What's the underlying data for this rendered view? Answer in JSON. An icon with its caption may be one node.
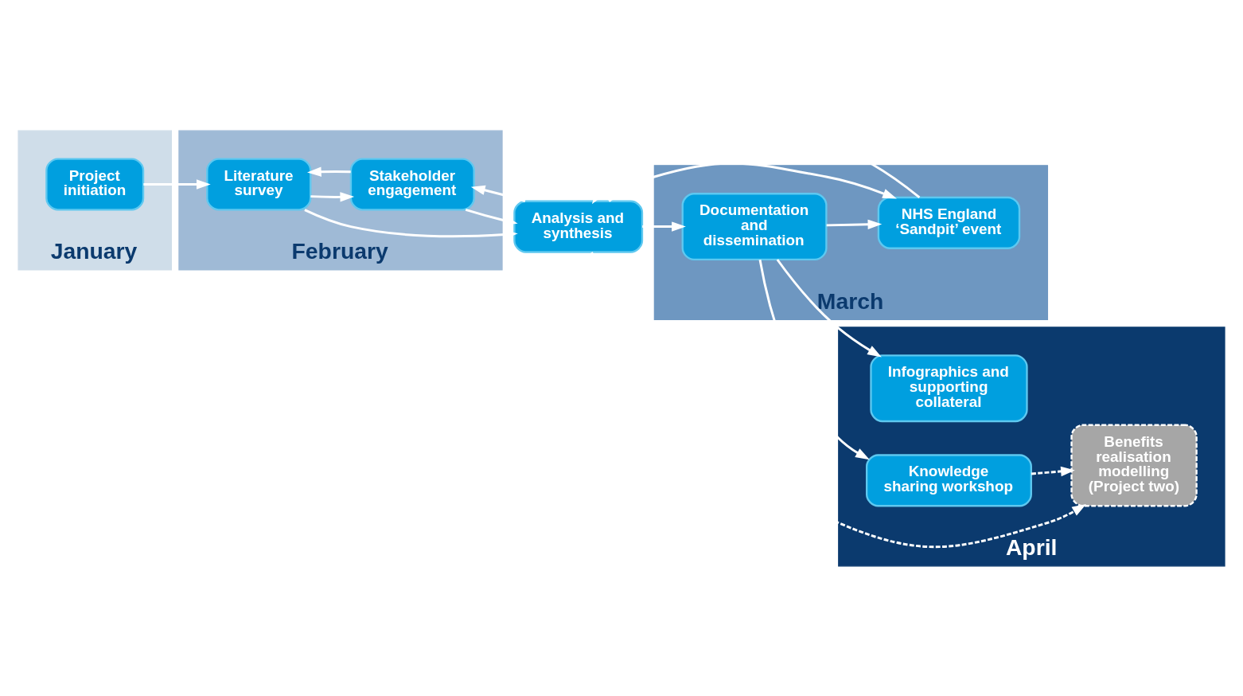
{
  "diagram": {
    "nodes": [
      {
        "text": [
          "January"
        ]
      },
      {
        "text": [
          "February"
        ]
      },
      {
        "text": [
          "March"
        ]
      },
      {
        "text": [
          "April"
        ]
      },
      {
        "text": [
          "Project initiation"
        ],
        "in": 0
      },
      {
        "text": [
          "Literature survey"
        ],
        "in": 1
      },
      {
        "text": [
          "Stakeholder engagement"
        ],
        "in": 1
      },
      {
        "text": [
          "Analysis and synthesis"
        ]
      },
      {
        "text": [
          "Documentation and dissemination"
        ],
        "in": 2
      },
      {
        "text": [
          "NHS England ‘Sandpit’ event"
        ],
        "in": 2
      },
      {
        "text": [
          "Infographics and supporting collateral"
        ],
        "in": 3
      },
      {
        "text": [
          "Knowledge sharing workshop"
        ],
        "in": 3
      },
      {
        "text": [
          "Benefits realisation modelling (Project two)"
        ],
        "in": 3
      }
    ],
    "edges": [
      {
        "from": 4,
        "to": 5,
        "arrow": "to"
      },
      {
        "from": 6,
        "to": 5,
        "arrow": "to"
      },
      {
        "from": 5,
        "to": 6,
        "arrow": "to"
      },
      {
        "from": 6,
        "to": 7,
        "arrow": "to"
      },
      {
        "from": 7,
        "to": 6,
        "arrow": "to"
      },
      {
        "from": 5,
        "to": 7,
        "arrow": "to"
      },
      {
        "from": 7,
        "to": 12,
        "arrow": "to",
        "style": "dashed"
      },
      {
        "from": 7,
        "to": 8,
        "arrow": "to"
      },
      {
        "from": 7,
        "to": 9,
        "arrow": "to"
      },
      {
        "from": 9,
        "to": 7,
        "arrow": "to"
      },
      {
        "from": 8,
        "to": 9,
        "arrow": "to"
      },
      {
        "from": 8,
        "to": 10,
        "arrow": "to"
      },
      {
        "from": 8,
        "to": 11,
        "arrow": "to"
      },
      {
        "from": 11,
        "to": 12,
        "arrow": "to",
        "style": "dashed"
      }
    ]
  }
}
